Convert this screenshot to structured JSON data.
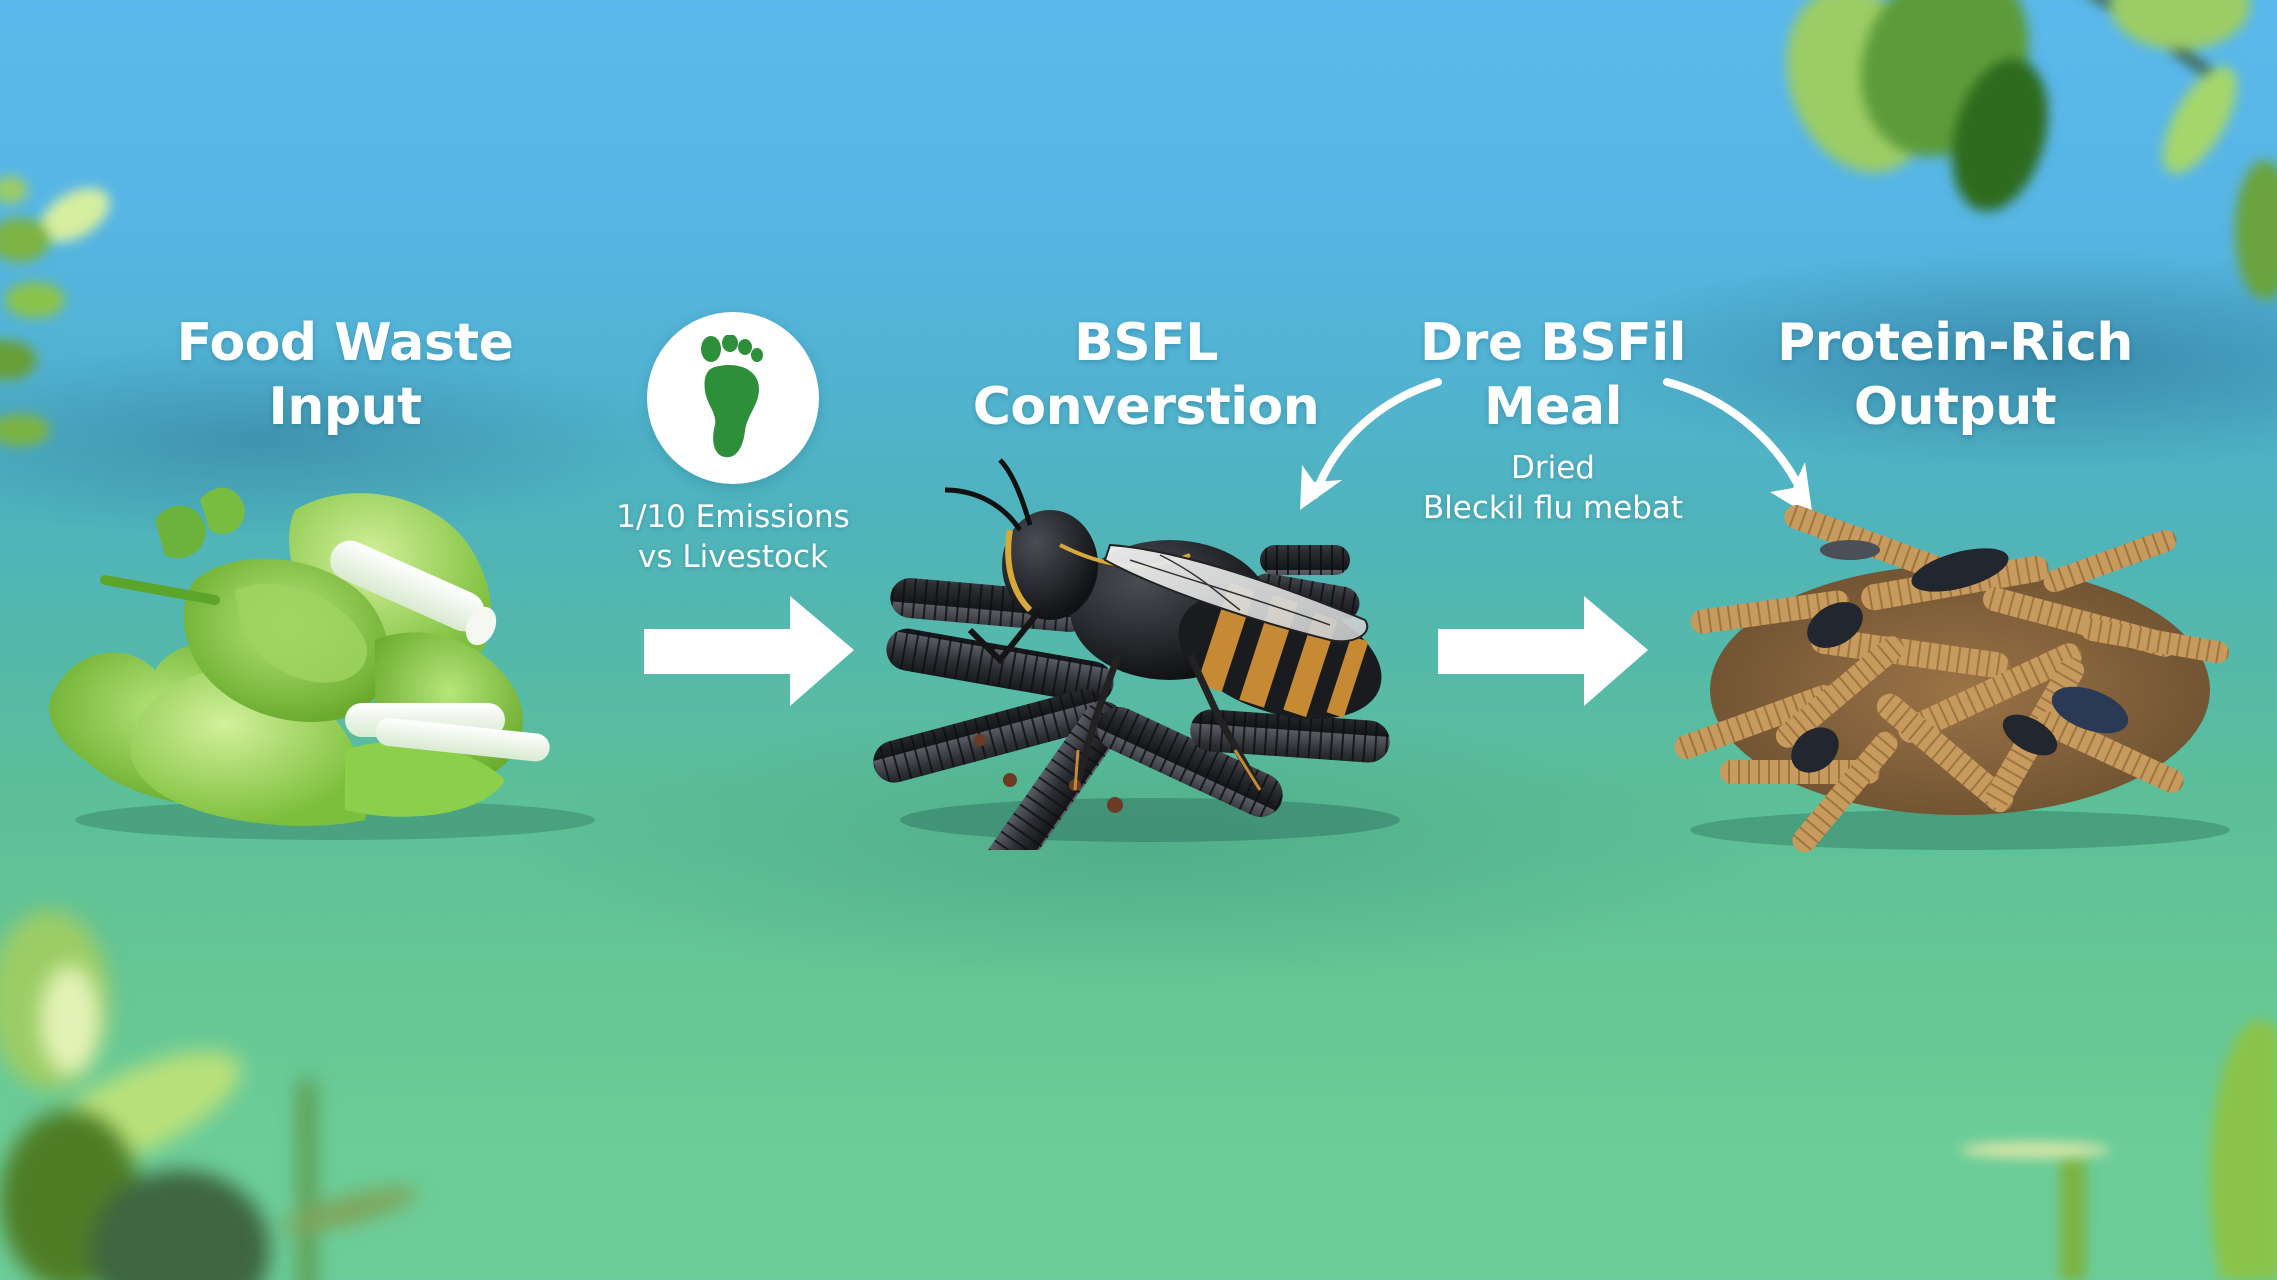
{
  "diagram": {
    "type": "process-flow",
    "theme_colors": {
      "sky_top": "#5ab8ec",
      "ground_bottom": "#6ccd99",
      "text": "#ffffff",
      "footprint_green": "#2e8f3a",
      "arrow": "#ffffff"
    },
    "stages": [
      {
        "id": "food-waste",
        "title_line1": "Food Waste",
        "title_line2": "Input",
        "illustration": "leafy-greens-pile"
      },
      {
        "id": "emissions",
        "icon": "footprint-icon",
        "caption_line1": "1/10 Emissions",
        "caption_line2": "vs Livestock"
      },
      {
        "id": "bsfl-conversion",
        "title_line1": "BSFL",
        "title_line2": "Converstion",
        "illustration": "black-soldier-fly-with-larvae"
      },
      {
        "id": "dried-meal",
        "title_line1": "Dre BSFil",
        "title_line2": "Meal",
        "caption_line1": "Dried",
        "caption_line2": "Bleckil flu mebat"
      },
      {
        "id": "protein-output",
        "title_line1": "Protein-Rich",
        "title_line2": "Output",
        "illustration": "larvae-pile"
      }
    ],
    "connectors": [
      {
        "from": "food-waste",
        "to": "bsfl-conversion",
        "style": "straight-arrow"
      },
      {
        "from": "bsfl-conversion",
        "to": "protein-output",
        "style": "straight-arrow"
      },
      {
        "from": "dried-meal",
        "to": "bsfl-conversion",
        "style": "curved-arrow"
      },
      {
        "from": "dried-meal",
        "to": "protein-output",
        "style": "curved-arrow"
      }
    ]
  }
}
